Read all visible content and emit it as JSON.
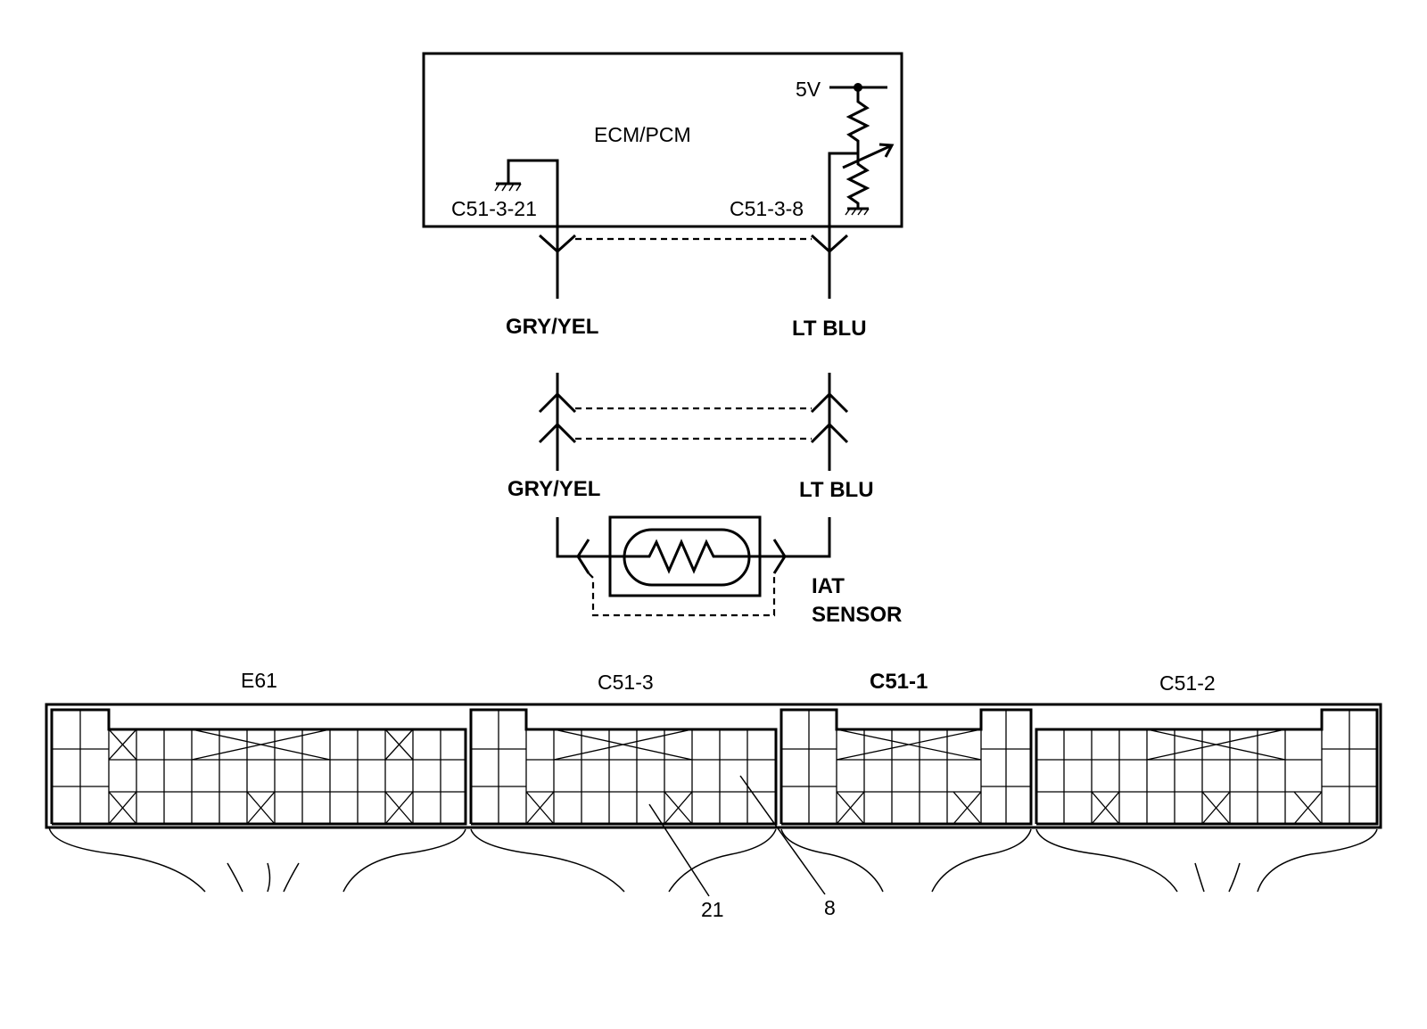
{
  "ecm": {
    "title": "ECM/PCM",
    "supply": "5V",
    "pin_left": "C51-3-21",
    "pin_right": "C51-3-8"
  },
  "wires": {
    "upper_left": "GRY/YEL",
    "upper_right": "LT BLU",
    "lower_left": "GRY/YEL",
    "lower_right": "LT BLU"
  },
  "sensor": {
    "line1": "IAT",
    "line2": "SENSOR"
  },
  "connectors": [
    {
      "label": "E61"
    },
    {
      "label": "C51-3"
    },
    {
      "label": "C51-1"
    },
    {
      "label": "C51-2"
    }
  ],
  "callouts": {
    "pin21": "21",
    "pin8": "8"
  }
}
